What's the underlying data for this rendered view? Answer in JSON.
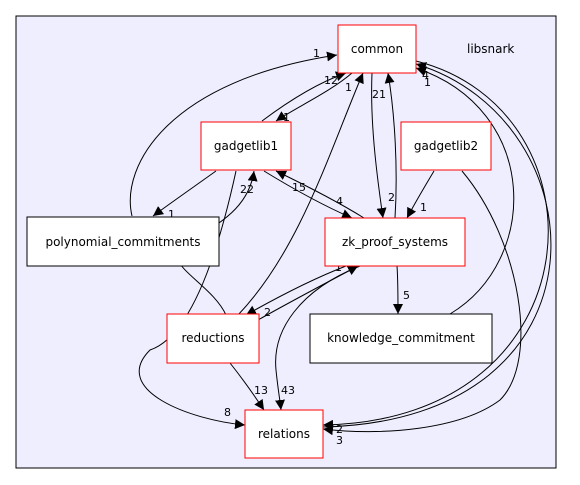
{
  "cluster": {
    "label": "libsnark"
  },
  "nodes": {
    "common": {
      "label": "common"
    },
    "gadgetlib1": {
      "label": "gadgetlib1"
    },
    "gadgetlib2": {
      "label": "gadgetlib2"
    },
    "polynomial_commitments": {
      "label": "polynomial_commitments"
    },
    "zk_proof_systems": {
      "label": "zk_proof_systems"
    },
    "reductions": {
      "label": "reductions"
    },
    "knowledge_commitment": {
      "label": "knowledge_commitment"
    },
    "relations": {
      "label": "relations"
    }
  },
  "edges": [
    {
      "from": "polynomial_commitments",
      "to": "common",
      "count": "1"
    },
    {
      "from": "gadgetlib1",
      "to": "common",
      "count": "12"
    },
    {
      "from": "common",
      "to": "gadgetlib1",
      "count": "1"
    },
    {
      "from": "reductions",
      "to": "common",
      "count": "1"
    },
    {
      "from": "zk_proof_systems",
      "to": "common",
      "count": "21"
    },
    {
      "from": "common",
      "to": "zk_proof_systems",
      "count": "2"
    },
    {
      "from": "knowledge_commitment",
      "to": "common",
      "count": "1"
    },
    {
      "from": "relations",
      "to": "common",
      "count": "4"
    },
    {
      "from": "common",
      "to": "relations",
      "count": "2"
    },
    {
      "from": "gadgetlib1",
      "to": "polynomial_commitments",
      "count": "1"
    },
    {
      "from": "zk_proof_systems",
      "to": "gadgetlib1",
      "count": "15"
    },
    {
      "from": "gadgetlib1",
      "to": "zk_proof_systems",
      "count": "4"
    },
    {
      "from": "reductions",
      "to": "gadgetlib1",
      "count": "22"
    },
    {
      "from": "gadgetlib1",
      "to": "relations",
      "count": "8"
    },
    {
      "from": "gadgetlib2",
      "to": "zk_proof_systems",
      "count": "1"
    },
    {
      "from": "gadgetlib2",
      "to": "relations",
      "count": "3"
    },
    {
      "from": "zk_proof_systems",
      "to": "reductions",
      "count": "2"
    },
    {
      "from": "reductions",
      "to": "zk_proof_systems",
      "count": "1"
    },
    {
      "from": "zk_proof_systems",
      "to": "knowledge_commitment",
      "count": "5"
    },
    {
      "from": "zk_proof_systems",
      "to": "relations",
      "count": "43"
    },
    {
      "from": "reductions",
      "to": "relations",
      "count": "13"
    }
  ]
}
